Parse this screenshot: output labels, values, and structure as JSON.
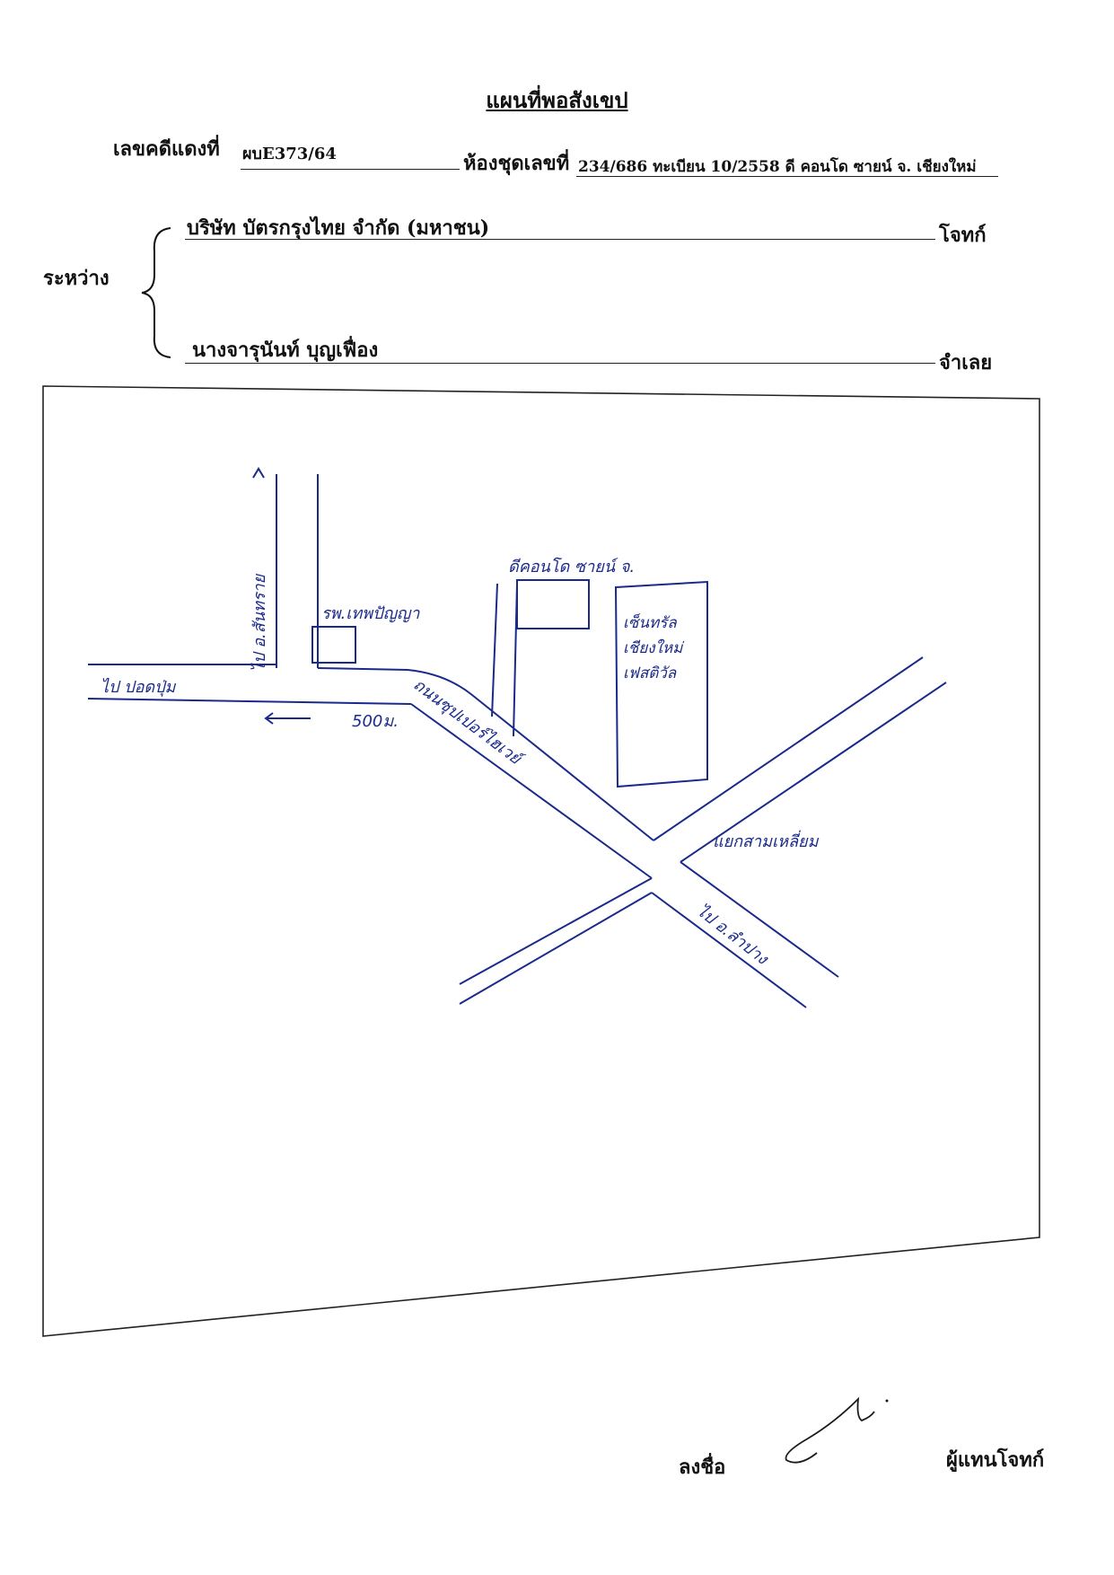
{
  "document": {
    "title": "แผนที่พอสังเขป",
    "case_label": "เลขคดีแดงที่",
    "case_number": "ผบE373/64",
    "unit_label": "ห้องชุดเลขที่",
    "unit_value": "234/686  ทะเบียน 10/2558  ดี คอนโด ซายน์ จ. เชียงใหม่",
    "between_label": "ระหว่าง",
    "plaintiff_name": "บริษัท บัตรกรุงไทย  จำกัด (มหาชน)",
    "plaintiff_role": "โจทก์",
    "defendant_name": "นางจารุนันท์  บุญเฟื่อง",
    "defendant_role": "จำเลย"
  },
  "map": {
    "labels": {
      "north_road": "ไป อ.สันทราย",
      "hospital": "รพ.เทพปัญญา",
      "west_road": "ไป ปอดปุ่ม",
      "distance": "500ม.",
      "main_road": "ถนนซุปเปอร์ไฮเวย์",
      "condo": "ดีคอนโด ซายน์ จ.",
      "central": "เซ็นทรัล เชียงใหม่ เฟสติวัล",
      "junction": "แยกสามเหลี่ยม",
      "south_road": "ไป อ.ลำปาง"
    }
  },
  "signature_block": {
    "sign_label": "ลงชื่อ",
    "role": "ผู้แทนโจทก์"
  }
}
